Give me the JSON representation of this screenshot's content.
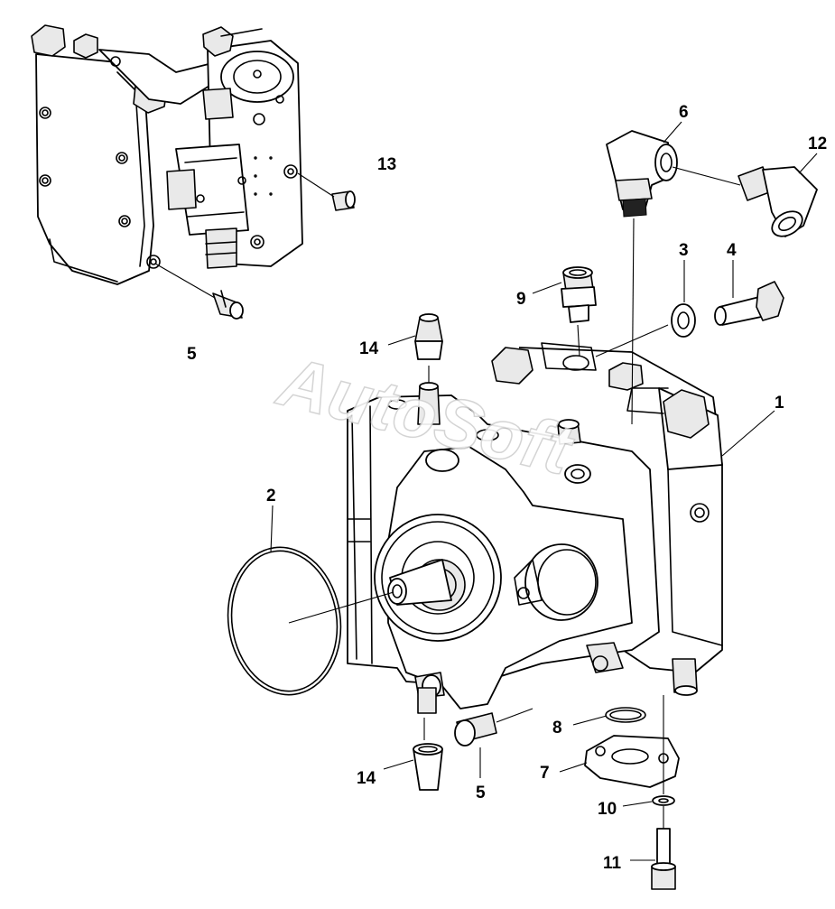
{
  "watermark": "AutoSoft",
  "callouts": [
    {
      "id": "1",
      "label": "1"
    },
    {
      "id": "2",
      "label": "2"
    },
    {
      "id": "3",
      "label": "3"
    },
    {
      "id": "4",
      "label": "4"
    },
    {
      "id": "5a",
      "label": "5"
    },
    {
      "id": "5b",
      "label": "5"
    },
    {
      "id": "6",
      "label": "6"
    },
    {
      "id": "7",
      "label": "7"
    },
    {
      "id": "8",
      "label": "8"
    },
    {
      "id": "9",
      "label": "9"
    },
    {
      "id": "10",
      "label": "10"
    },
    {
      "id": "11",
      "label": "11"
    },
    {
      "id": "12",
      "label": "12"
    },
    {
      "id": "13",
      "label": "13"
    },
    {
      "id": "14a",
      "label": "14"
    },
    {
      "id": "14b",
      "label": "14"
    }
  ]
}
